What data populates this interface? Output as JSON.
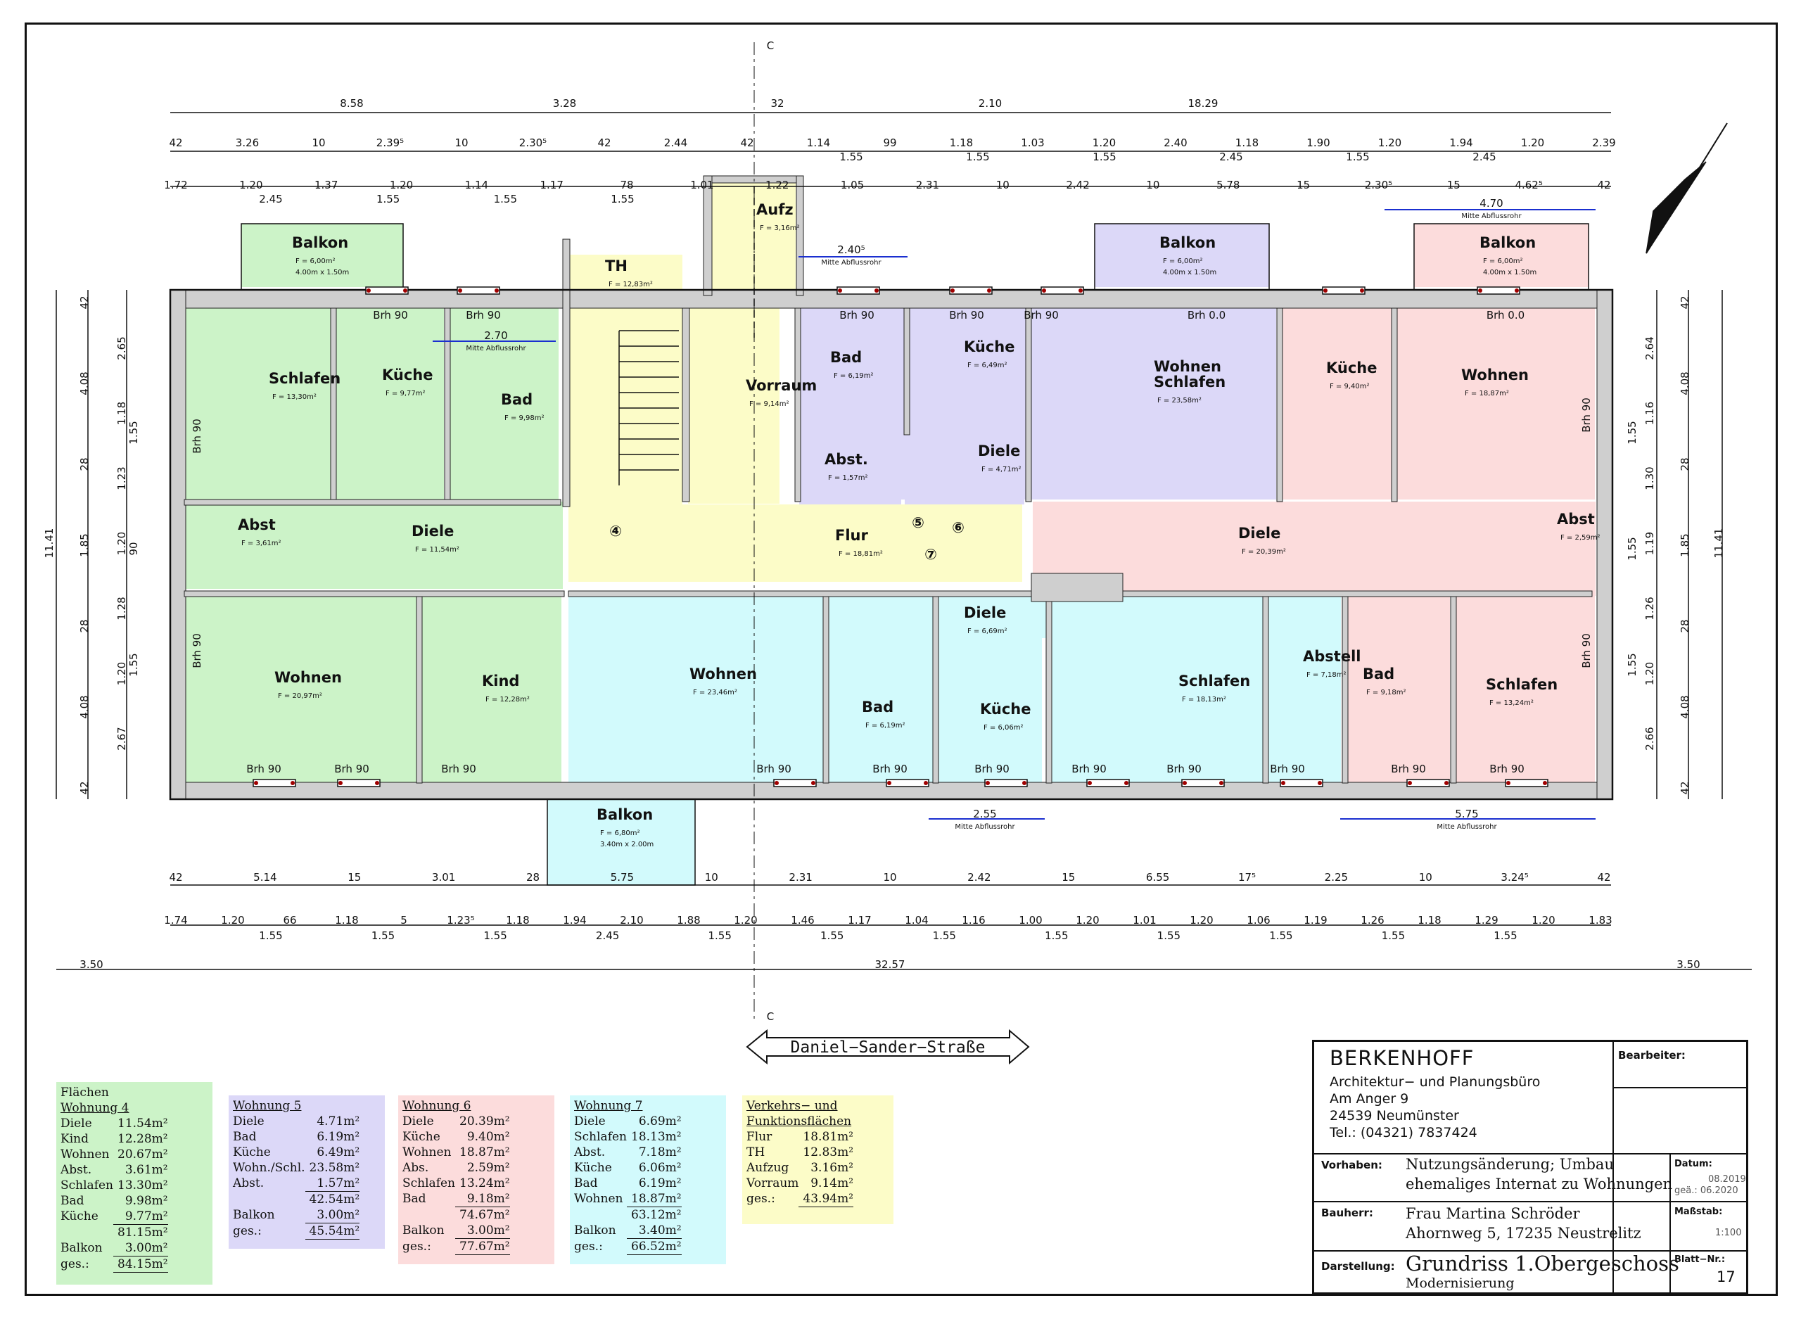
{
  "street": "Daniel−Sander−Straße",
  "section_mark": "C",
  "rooms": [
    {
      "name": "Balkon",
      "area": "F = 6,00m²",
      "note": "4.00m x 1.50m"
    },
    {
      "name": "Schlafen",
      "area": "F = 13,30m²"
    },
    {
      "name": "Küche",
      "area": "F = 9,77m²"
    },
    {
      "name": "Bad",
      "area": "F = 9,98m²"
    },
    {
      "name": "TH",
      "area": "F = 12,83m²"
    },
    {
      "name": "Aufz",
      "area": "F = 3,16m²"
    },
    {
      "name": "Vorraum",
      "area": "F = 9,14m²"
    },
    {
      "name": "Abst",
      "area": "F = 3,61m²"
    },
    {
      "name": "Diele",
      "area": "F = 11,54m²"
    },
    {
      "name": "Wohnen",
      "area": "F = 20,97m²"
    },
    {
      "name": "Kind",
      "area": "F = 12,28m²"
    },
    {
      "name": "Balkon",
      "area": "F = 6,00m²",
      "note": "4.00m x 1.50m"
    },
    {
      "name": "Bad",
      "area": "F = 6,19m²"
    },
    {
      "name": "Küche",
      "area": "F = 6,49m²"
    },
    {
      "name": "Wohnen",
      "area": "F = 23,58m²",
      "name2": "Schlafen"
    },
    {
      "name": "Abst.",
      "area": "F = 1,57m²"
    },
    {
      "name": "Diele",
      "area": "F = 4,71m²"
    },
    {
      "name": "Flur",
      "area": "F = 18,81m²"
    },
    {
      "name": "Balkon",
      "area": "F = 6,00m²",
      "note": "4.00m x 1.50m"
    },
    {
      "name": "Küche",
      "area": "F = 9,40m²"
    },
    {
      "name": "Wohnen",
      "area": "F = 18,87m²"
    },
    {
      "name": "Abst",
      "area": "F = 2,59m²"
    },
    {
      "name": "Diele",
      "area": "F = 20,39m²"
    },
    {
      "name": "Bad",
      "area": "F = 9,18m²"
    },
    {
      "name": "Schlafen",
      "area": "F = 13,24m²"
    },
    {
      "name": "Wohnen",
      "area": "F = 23,46m²"
    },
    {
      "name": "Diele",
      "area": "F = 6,69m²"
    },
    {
      "name": "Bad",
      "area": "F = 6,19m²"
    },
    {
      "name": "Küche",
      "area": "F = 6,06m²"
    },
    {
      "name": "Schlafen",
      "area": "F = 18,13m²"
    },
    {
      "name": "Abstell",
      "area": "F = 7,18m²"
    },
    {
      "name": "Balkon",
      "area": "F = 6,80m²",
      "note": "3.40m x 2.00m"
    }
  ],
  "markers": [
    "④",
    "⑤",
    "⑥",
    "⑦"
  ],
  "dimensions": {
    "top_overall": [
      "8.58",
      "3.28",
      "32",
      "2.10",
      "18.29"
    ],
    "top_row2": [
      "42",
      "3.26",
      "10",
      "2.39⁵",
      "10",
      "2.30⁵",
      "42",
      "2.44",
      "42",
      "1.14",
      "99",
      "1.18",
      "1.03",
      "1.20",
      "2.40",
      "1.18",
      "1.90",
      "1.20",
      "1.94",
      "1.20",
      "2.39"
    ],
    "top_row2b": [
      "1.55",
      "1.55",
      "1.55",
      "2.45",
      "1.55",
      "2.45"
    ],
    "top_row3": [
      "1.72",
      "1.20",
      "1.37",
      "1.20",
      "1.14",
      "1.17",
      "78",
      "1.01",
      "1.22",
      "1.05",
      "2.31",
      "10",
      "2.42",
      "10",
      "5.78",
      "15",
      "2.30⁵",
      "15",
      "4.62⁵",
      "42"
    ],
    "top_row3b": [
      "2.45",
      "1.55",
      "1.55",
      "1.55"
    ],
    "bottom_row1": [
      "42",
      "5.14",
      "15",
      "3.01",
      "28",
      "5.75",
      "10",
      "2.31",
      "10",
      "2.42",
      "15",
      "6.55",
      "17⁵",
      "2.25",
      "10",
      "3.24⁵",
      "42"
    ],
    "bottom_row2": [
      "1.74",
      "1.20",
      "66",
      "1.18",
      "5",
      "1.23⁵",
      "1.18",
      "1.94",
      "2.10",
      "1.88",
      "1.20",
      "1.46",
      "1.17",
      "1.04",
      "1.16",
      "1.00",
      "1.20",
      "1.01",
      "1.20",
      "1.06",
      "1.19",
      "1.26",
      "1.18",
      "1.29",
      "1.20",
      "1.83"
    ],
    "bottom_row2b": [
      "1.55",
      "1.55",
      "1.55",
      "2.45",
      "1.55",
      "1.55",
      "1.55",
      "1.55",
      "1.55",
      "1.55",
      "1.55",
      "1.55"
    ],
    "bottom_overall": [
      "3.50",
      "32.57",
      "3.50"
    ],
    "left_total": "11.41",
    "right_total": "11.41",
    "left": [
      "42",
      "4.08",
      "28",
      "1.85",
      "28",
      "4.08",
      "42"
    ],
    "left2": [
      "2.65",
      "1.18",
      "1.23",
      "1.20",
      "1.28",
      "1.20",
      "2.67"
    ],
    "left3": [
      "1.55",
      "90",
      "1.55"
    ],
    "right": [
      "42",
      "4.08",
      "28",
      "1.85",
      "28",
      "4.08",
      "42"
    ],
    "right2": [
      "2.64",
      "1.16",
      "1.30",
      "1.19",
      "1.26",
      "1.20",
      "2.66"
    ],
    "right3": [
      "1.55",
      "1.55",
      "1.55"
    ],
    "mitte": [
      "2.70",
      "2.40⁵",
      "4.70",
      "2.55",
      "5.75"
    ],
    "mitte_label": "Mitte Abflussrohr",
    "brh": "Brh 90",
    "brh0": "Brh 0.0"
  },
  "legend": {
    "heading": "Flächen",
    "w4": {
      "title": "Wohnung 4",
      "rows": [
        [
          "Diele",
          "11.54m²"
        ],
        [
          "Kind",
          "12.28m²"
        ],
        [
          "Wohnen",
          "20.67m²"
        ],
        [
          "Abst.",
          "3.61m²"
        ],
        [
          "Schlafen",
          "13.30m²"
        ],
        [
          "Bad",
          "9.98m²"
        ],
        [
          "Küche",
          "9.77m²"
        ]
      ],
      "sum": "81.15m²",
      "balkon": [
        "Balkon",
        "3.00m²"
      ],
      "total": [
        "ges.:",
        "84.15m²"
      ]
    },
    "w5": {
      "title": "Wohnung 5",
      "rows": [
        [
          "Diele",
          "4.71m²"
        ],
        [
          "Bad",
          "6.19m²"
        ],
        [
          "Küche",
          "6.49m²"
        ],
        [
          "Wohn./Schl.",
          "23.58m²"
        ],
        [
          "Abst.",
          "1.57m²"
        ]
      ],
      "sum": "42.54m²",
      "balkon": [
        "Balkon",
        "3.00m²"
      ],
      "total": [
        "ges.:",
        "45.54m²"
      ]
    },
    "w6": {
      "title": "Wohnung 6",
      "rows": [
        [
          "Diele",
          "20.39m²"
        ],
        [
          "Küche",
          "9.40m²"
        ],
        [
          "Wohnen",
          "18.87m²"
        ],
        [
          "Abs.",
          "2.59m²"
        ],
        [
          "Schlafen",
          "13.24m²"
        ],
        [
          "Bad",
          "9.18m²"
        ]
      ],
      "sum": "74.67m²",
      "balkon": [
        "Balkon",
        "3.00m²"
      ],
      "total": [
        "ges.:",
        "77.67m²"
      ]
    },
    "w7": {
      "title": "Wohnung 7",
      "rows": [
        [
          "Diele",
          "6.69m²"
        ],
        [
          "Schlafen",
          "18.13m²"
        ],
        [
          "Abst.",
          "7.18m²"
        ],
        [
          "Küche",
          "6.06m²"
        ],
        [
          "Bad",
          "6.19m²"
        ],
        [
          "Wohnen",
          "18.87m²"
        ]
      ],
      "sum": "63.12m²",
      "balkon": [
        "Balkon",
        "3.40m²"
      ],
      "total": [
        "ges.:",
        "66.52m²"
      ]
    },
    "vf": {
      "title1": "Verkehrs− und",
      "title2": "Funktionsflächen",
      "rows": [
        [
          "Flur",
          "18.81m²"
        ],
        [
          "TH",
          "12.83m²"
        ],
        [
          "Aufzug",
          "3.16m²"
        ],
        [
          "Vorraum",
          "9.14m²"
        ]
      ],
      "total": [
        "ges.:",
        "43.94m²"
      ]
    }
  },
  "titleblock": {
    "firm": "BERKENHOFF",
    "sub": "Architektur− und Planungsbüro",
    "street": "Am Anger 9",
    "city": "24539 Neumünster",
    "tel": "Tel.: (04321) 7837424",
    "bearbeiter": "Bearbeiter:",
    "vorhaben_l": "Vorhaben:",
    "vorhaben1": "Nutzungsänderung; Umbau",
    "vorhaben2": "ehemaliges Internat zu Wohnungen",
    "datum_l": "Datum:",
    "datum1": "08.2019",
    "datum2": "geä.: 06.2020",
    "bauherr_l": "Bauherr:",
    "bauherr1": "Frau Martina Schröder",
    "bauherr2": "Ahornweg 5, 17235 Neustrelitz",
    "massstab_l": "Maßstab:",
    "massstab": "1:100",
    "darstellung_l": "Darstellung:",
    "darstellung": "Grundriss 1.Obergeschoss",
    "darstellung2": "Modernisierung",
    "blatt_l": "Blatt−Nr.:",
    "blatt": "17"
  },
  "colors": {
    "w4": "#ccf3c8",
    "w5": "#dcd8f8",
    "w6": "#fcdcdc",
    "w7": "#d2fafc",
    "vf": "#fcfcc8",
    "wall": "#cfcfcf"
  }
}
